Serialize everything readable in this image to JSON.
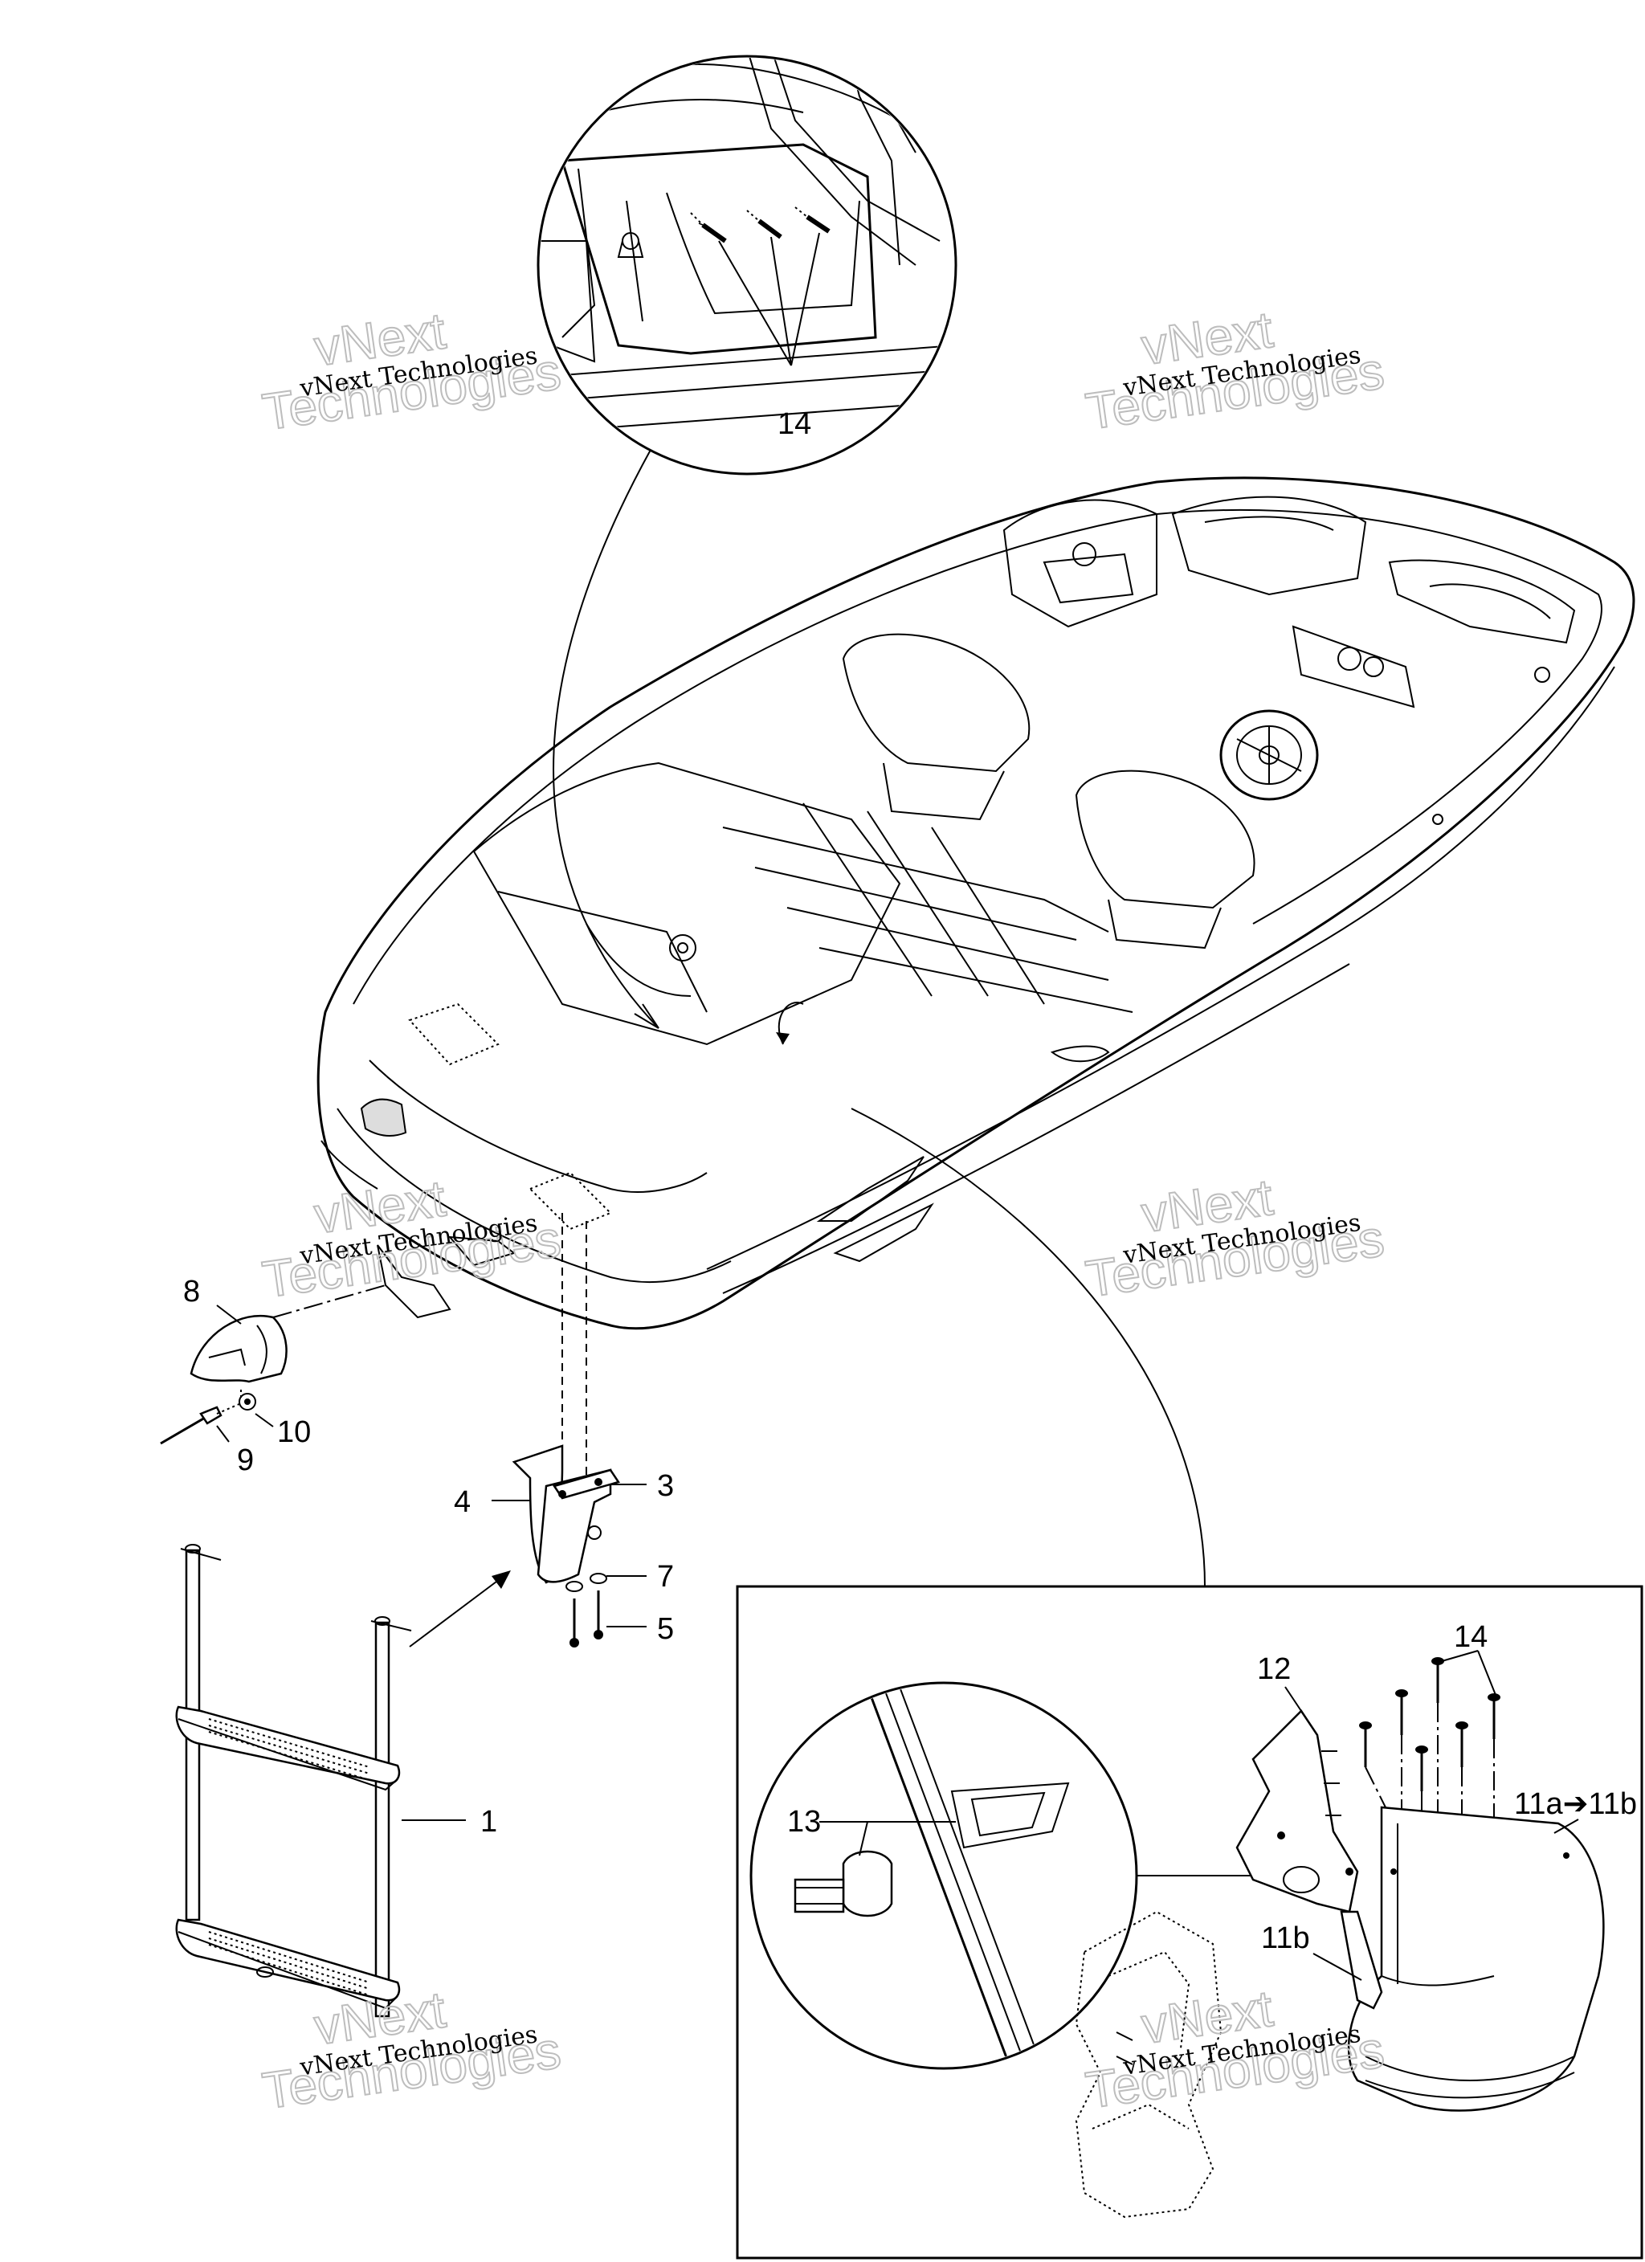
{
  "diagram": {
    "callouts": {
      "c1": "1",
      "c3": "3",
      "c4": "4",
      "c5": "5",
      "c7": "7",
      "c8": "8",
      "c9": "9",
      "c10": "10",
      "c11a": "11a➔11b",
      "c11b": "11b",
      "c12": "12",
      "c13": "13",
      "c14_top": "14",
      "c14_inset": "14"
    },
    "watermark": {
      "line_small": "vNext Technologies",
      "line_big_1": "vNext",
      "line_big_2": "Technologies"
    }
  }
}
